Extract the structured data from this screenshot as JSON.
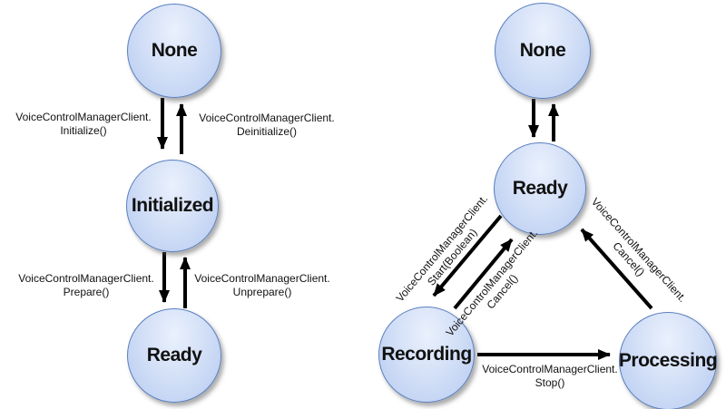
{
  "left_diagram": {
    "states": {
      "none": "None",
      "initialized": "Initialized",
      "ready": "Ready"
    },
    "labels": {
      "initialize": "VoiceControlManagerClient.\nInitialize()",
      "deinitialize": "VoiceControlManagerClient.\nDeinitialize()",
      "prepare": "VoiceControlManagerClient.\nPrepare()",
      "unprepare": "VoiceControlManagerClient.\nUnprepare()"
    }
  },
  "right_diagram": {
    "states": {
      "none": "None",
      "ready": "Ready",
      "recording": "Recording",
      "processing": "Processing"
    },
    "labels": {
      "start": "VoiceControlManagerClient.\nStart(Boolean)",
      "cancel_from_recording": "VoiceControlManagerClient.\nCancel()",
      "cancel_from_processing": "VoiceControlManagerClient.\nCancel()",
      "stop": "VoiceControlManagerClient.\nStop()"
    }
  },
  "colors": {
    "state_border": "#5a7fc0",
    "state_fill_light": "#eaf1fd",
    "state_fill_dark": "#b5caf0",
    "arrow": "#000000",
    "text": "#111111",
    "background": "#ffffff"
  }
}
